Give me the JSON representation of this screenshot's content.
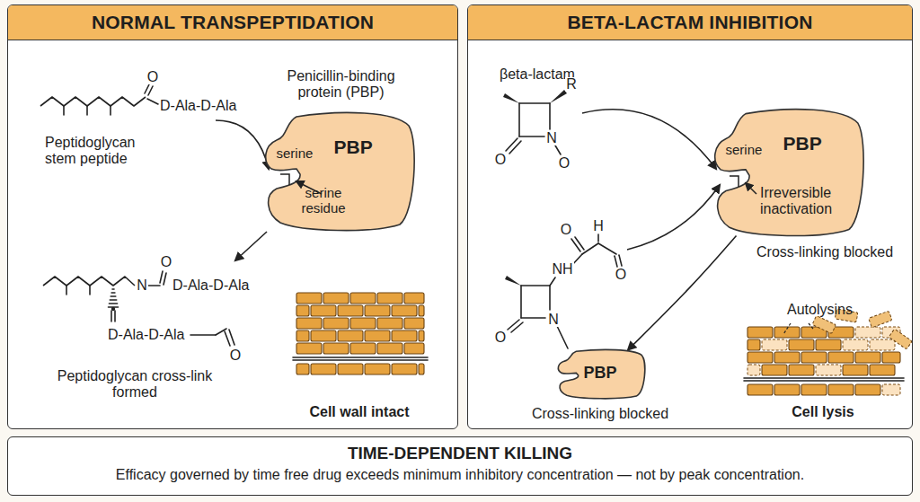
{
  "diagram": {
    "nodes": [
      {
        "text": [
          "NORMAL TRANSPEPTIDATION"
        ]
      },
      {
        "text": [
          "Penicillin-binding protein (PBP)",
          "PBP",
          "serine"
        ],
        "in": 0
      },
      {
        "text": [
          "BETA-LACTAM INHIBITION"
        ]
      },
      {
        "text": [
          "PBP",
          "serine"
        ],
        "in": 2
      },
      {
        "text": [
          "PBP"
        ],
        "in": 2
      },
      {
        "text": [
          "TIME-DEPENDENT KILLING",
          "Efficacy governed by time free drug exceeds minimum inhibitory concentration — not by peak concentration."
        ]
      }
    ],
    "edges": [
      {
        "from": 3,
        "to": 4,
        "arrow": "to"
      }
    ],
    "labels": [
      "D-Ala-D-Ala",
      "O",
      "Peptidoglycan stem peptide",
      "serine residue",
      "O",
      "N",
      "D-Ala-D-Ala",
      "D-Ala-D-Ala",
      "O",
      "Peptidoglycan cross-link formed",
      "Cell wall intact",
      "βeta-lactam",
      "R",
      "O",
      "N",
      "O",
      "Irreversible inactivation",
      "Cross-linking blocked",
      "O",
      "H",
      "O",
      "NH",
      "O",
      "N",
      "Cross-linking blocked",
      "Autolysins",
      "Cell lysis"
    ]
  }
}
